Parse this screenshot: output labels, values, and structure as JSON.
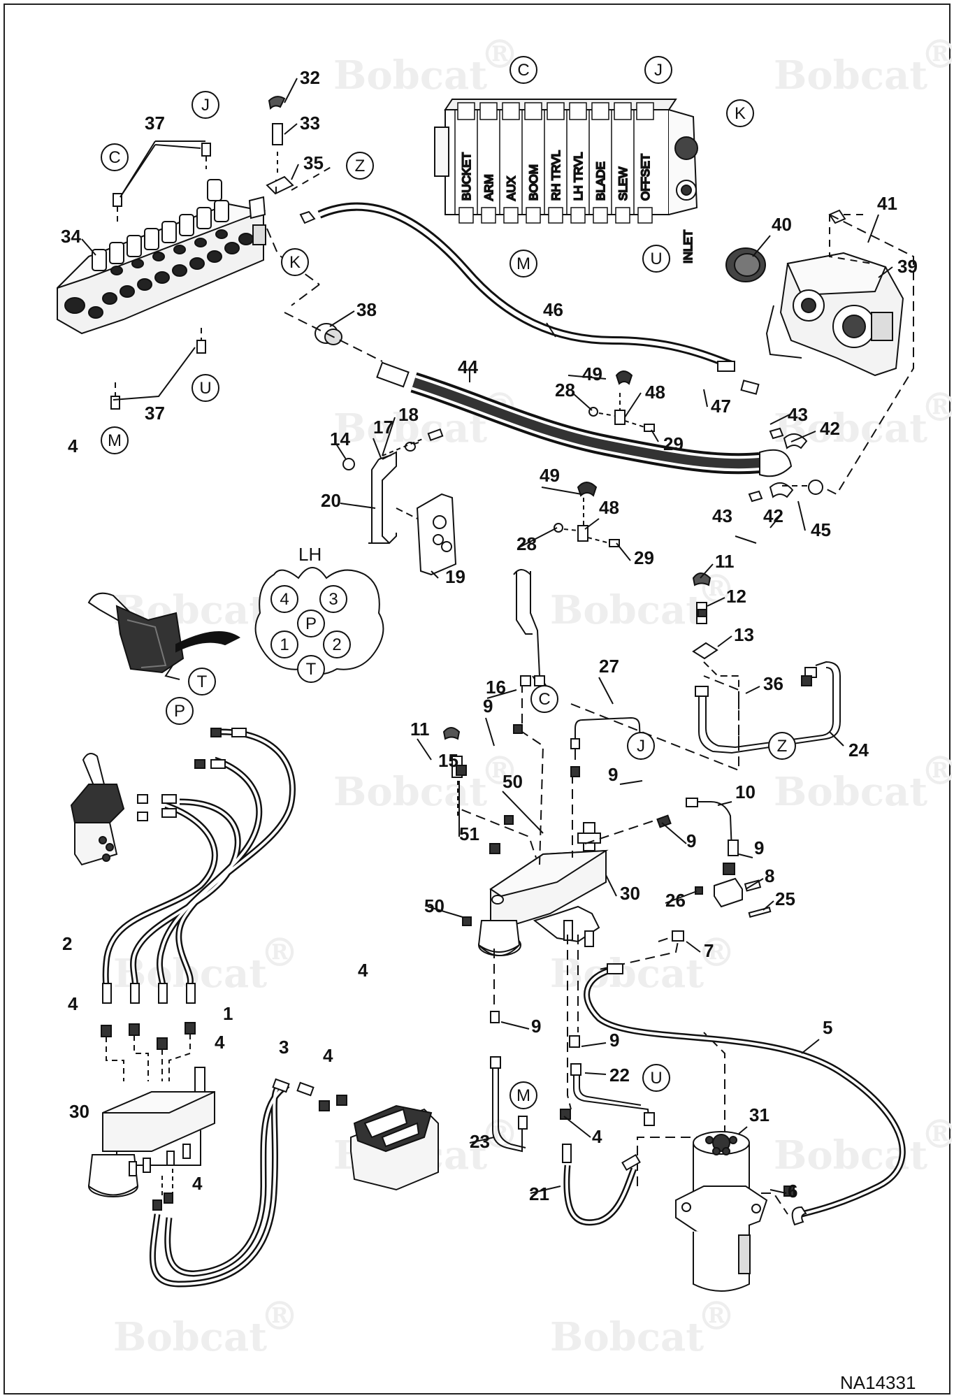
{
  "diagram_code": "NA14331",
  "watermark": "Bobcat",
  "watermark_mark": "®",
  "valve_spools": [
    "BUCKET",
    "ARM",
    "AUX",
    "BOOM",
    "RH TRVL",
    "LH TRVL",
    "BLADE",
    "SLEW",
    "OFFSET"
  ],
  "inlet_label": "INLET",
  "port_diagram": {
    "title": "LH",
    "ports": [
      "4",
      "3",
      "P",
      "1",
      "2",
      "T"
    ]
  },
  "connection_letters": [
    "C",
    "J",
    "K",
    "Z",
    "M",
    "U",
    "C",
    "J",
    "K",
    "Z",
    "U",
    "M",
    "C",
    "J",
    "Z",
    "M",
    "U",
    "T",
    "P"
  ],
  "callouts": [
    "32",
    "33",
    "35",
    "37",
    "34",
    "37",
    "38",
    "46",
    "44",
    "49",
    "28",
    "48",
    "29",
    "47",
    "43",
    "42",
    "41",
    "40",
    "39",
    "18",
    "17",
    "14",
    "20",
    "19",
    "49",
    "48",
    "28",
    "29",
    "43",
    "42",
    "45",
    "11",
    "12",
    "13",
    "36",
    "24",
    "27",
    "16",
    "9",
    "11",
    "15",
    "9",
    "50",
    "51",
    "50",
    "30",
    "10",
    "9",
    "9",
    "8",
    "26",
    "25",
    "7",
    "5",
    "9",
    "9",
    "22",
    "4",
    "23",
    "21",
    "31",
    "6",
    "4",
    "4",
    "2",
    "4",
    "1",
    "4",
    "30",
    "3",
    "4",
    "4"
  ]
}
